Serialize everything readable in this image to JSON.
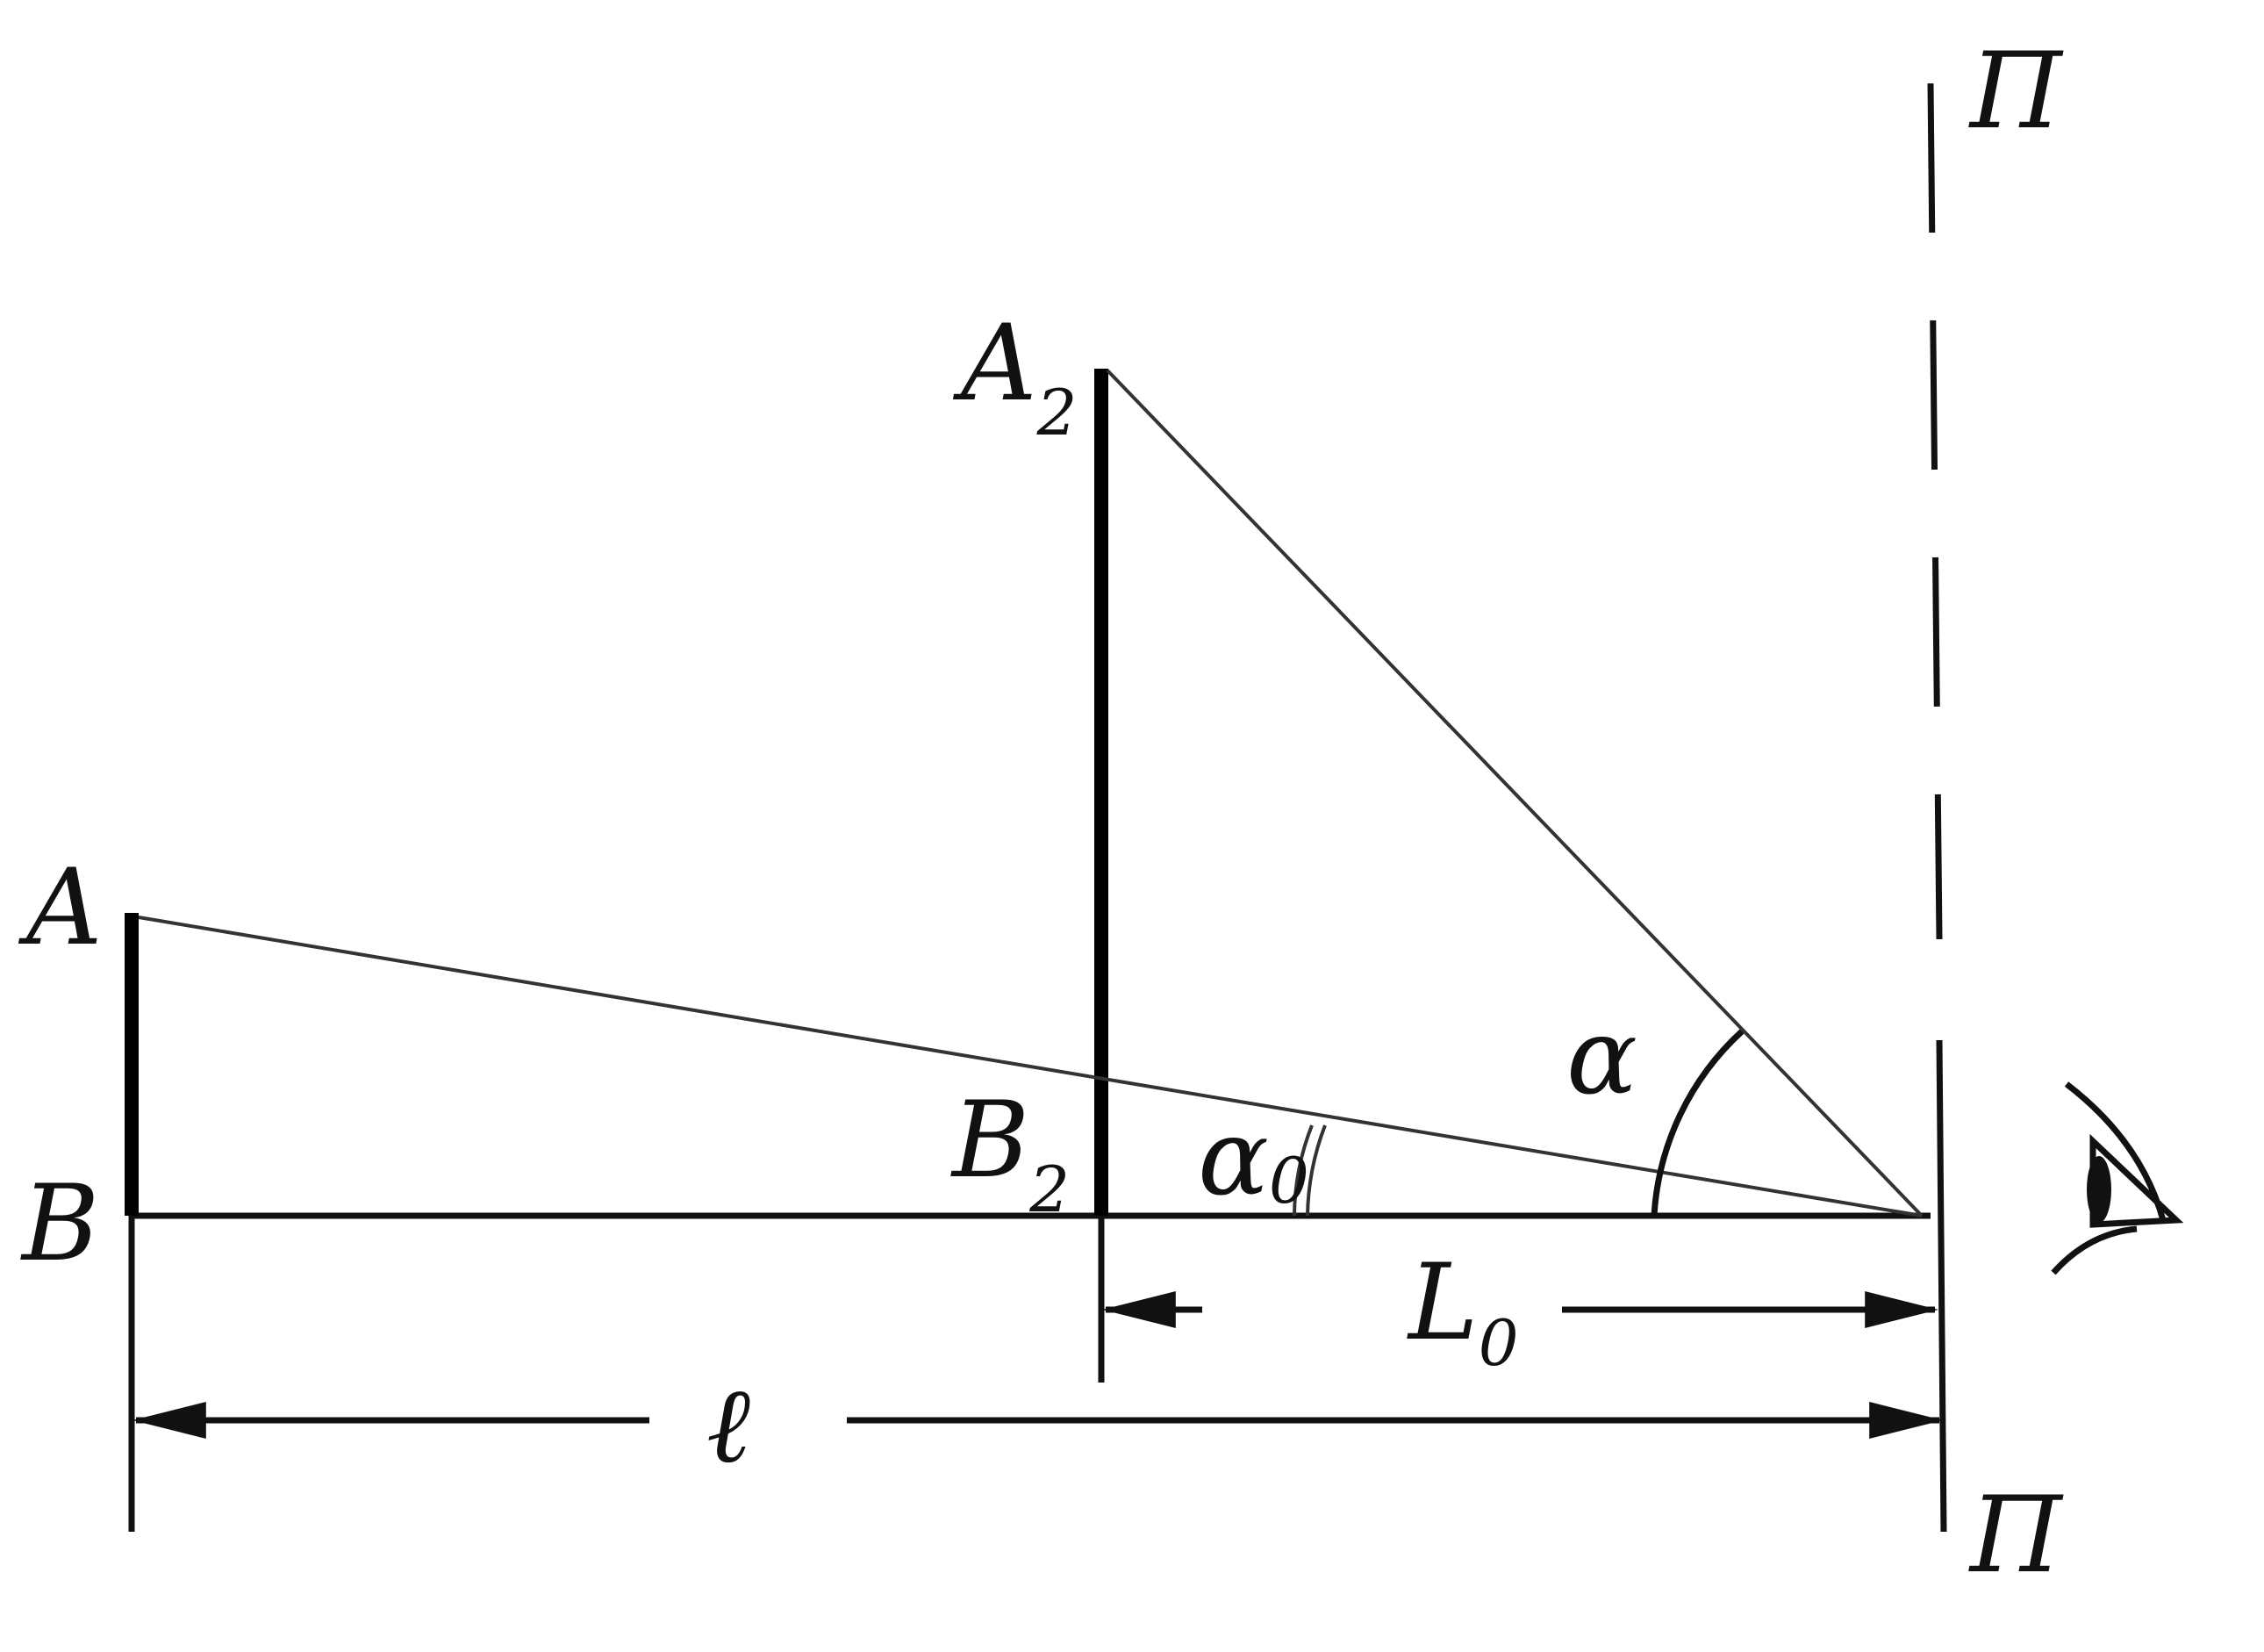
{
  "labels": {
    "A": "A",
    "B": "B",
    "A2_main": "A",
    "A2_sub": "2",
    "B2_main": "B",
    "B2_sub": "2",
    "alpha": "α",
    "alpha0_main": "α",
    "alpha0_sub": "0",
    "L0_main": "L",
    "L0_sub": "0",
    "l": "ℓ",
    "P_top": "П",
    "P_bottom": "П"
  },
  "icons": {
    "eye": "eye-icon"
  }
}
